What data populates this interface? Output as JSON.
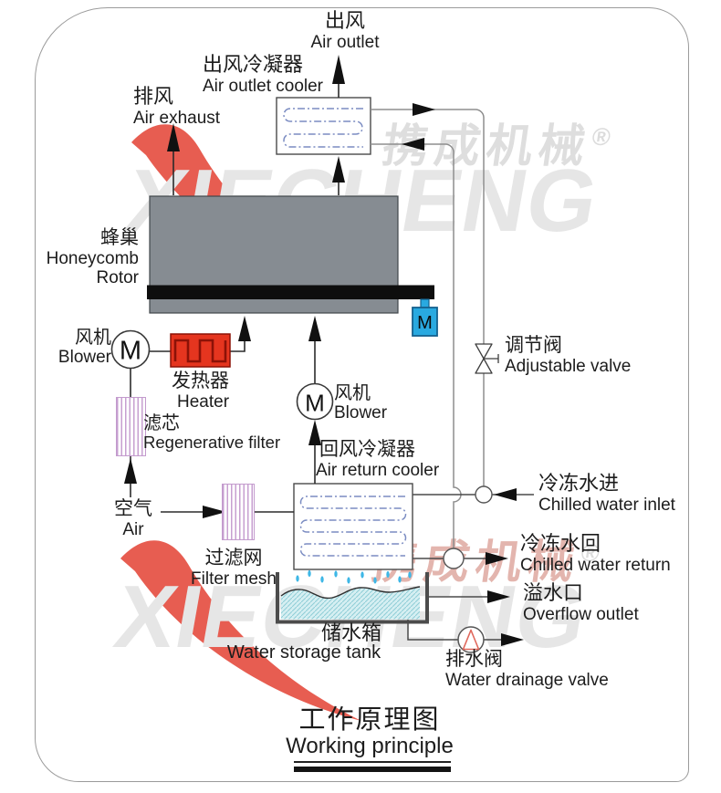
{
  "title": {
    "cn": "工作原理图",
    "en": "Working principle"
  },
  "brand": {
    "name_cn": "携成机械",
    "reg_mark": "®",
    "name_en": "XIECHENG"
  },
  "labels": {
    "air_outlet": {
      "cn": "出风",
      "en": "Air outlet"
    },
    "air_outlet_cooler": {
      "cn": "出风冷凝器",
      "en": "Air outlet cooler"
    },
    "air_exhaust": {
      "cn": "排风",
      "en": "Air exhaust"
    },
    "honeycomb_rotor": {
      "cn": "蜂巢",
      "en_line1": "Honeycomb",
      "en_line2": "Rotor"
    },
    "blower_left": {
      "cn": "风机",
      "en": "Blower"
    },
    "heater": {
      "cn": "发热器",
      "en": "Heater"
    },
    "regenerative_filter": {
      "cn": "滤芯",
      "en": "Regenerative filter"
    },
    "air_in": {
      "cn": "空气",
      "en": "Air"
    },
    "filter_mesh": {
      "cn": "过滤网",
      "en": "Filter mesh"
    },
    "blower_mid": {
      "cn": "风机",
      "en": "Blower"
    },
    "air_return_cooler": {
      "cn": "回风冷凝器",
      "en": "Air return cooler"
    },
    "adjustable_valve": {
      "cn": "调节阀",
      "en": "Adjustable valve"
    },
    "chilled_water_inlet": {
      "cn": "冷冻水进",
      "en": "Chilled water inlet"
    },
    "chilled_water_return": {
      "cn": "冷冻水回",
      "en": "Chilled water return"
    },
    "overflow_outlet": {
      "cn": "溢水口",
      "en": "Overflow outlet"
    },
    "water_storage_tank": {
      "cn": "储水箱",
      "en": "Water storage tank"
    },
    "water_drainage_valve": {
      "cn": "排水阀",
      "en": "Water drainage valve"
    },
    "motor_letter": "M"
  },
  "colors": {
    "heater_red": "#e5351f",
    "motor_blue": "#29a9e0",
    "coil_blue": "#7b8cc2",
    "water_fill": "#d6eff2",
    "rotor_gray": "#868c92",
    "filter_stripe": "#c79fd0",
    "watermark_red": "#e2392b",
    "watermark_gray": "#e6e6e6",
    "line_dark": "#2b2b2b",
    "pipe_gray": "#8d8d8d"
  }
}
